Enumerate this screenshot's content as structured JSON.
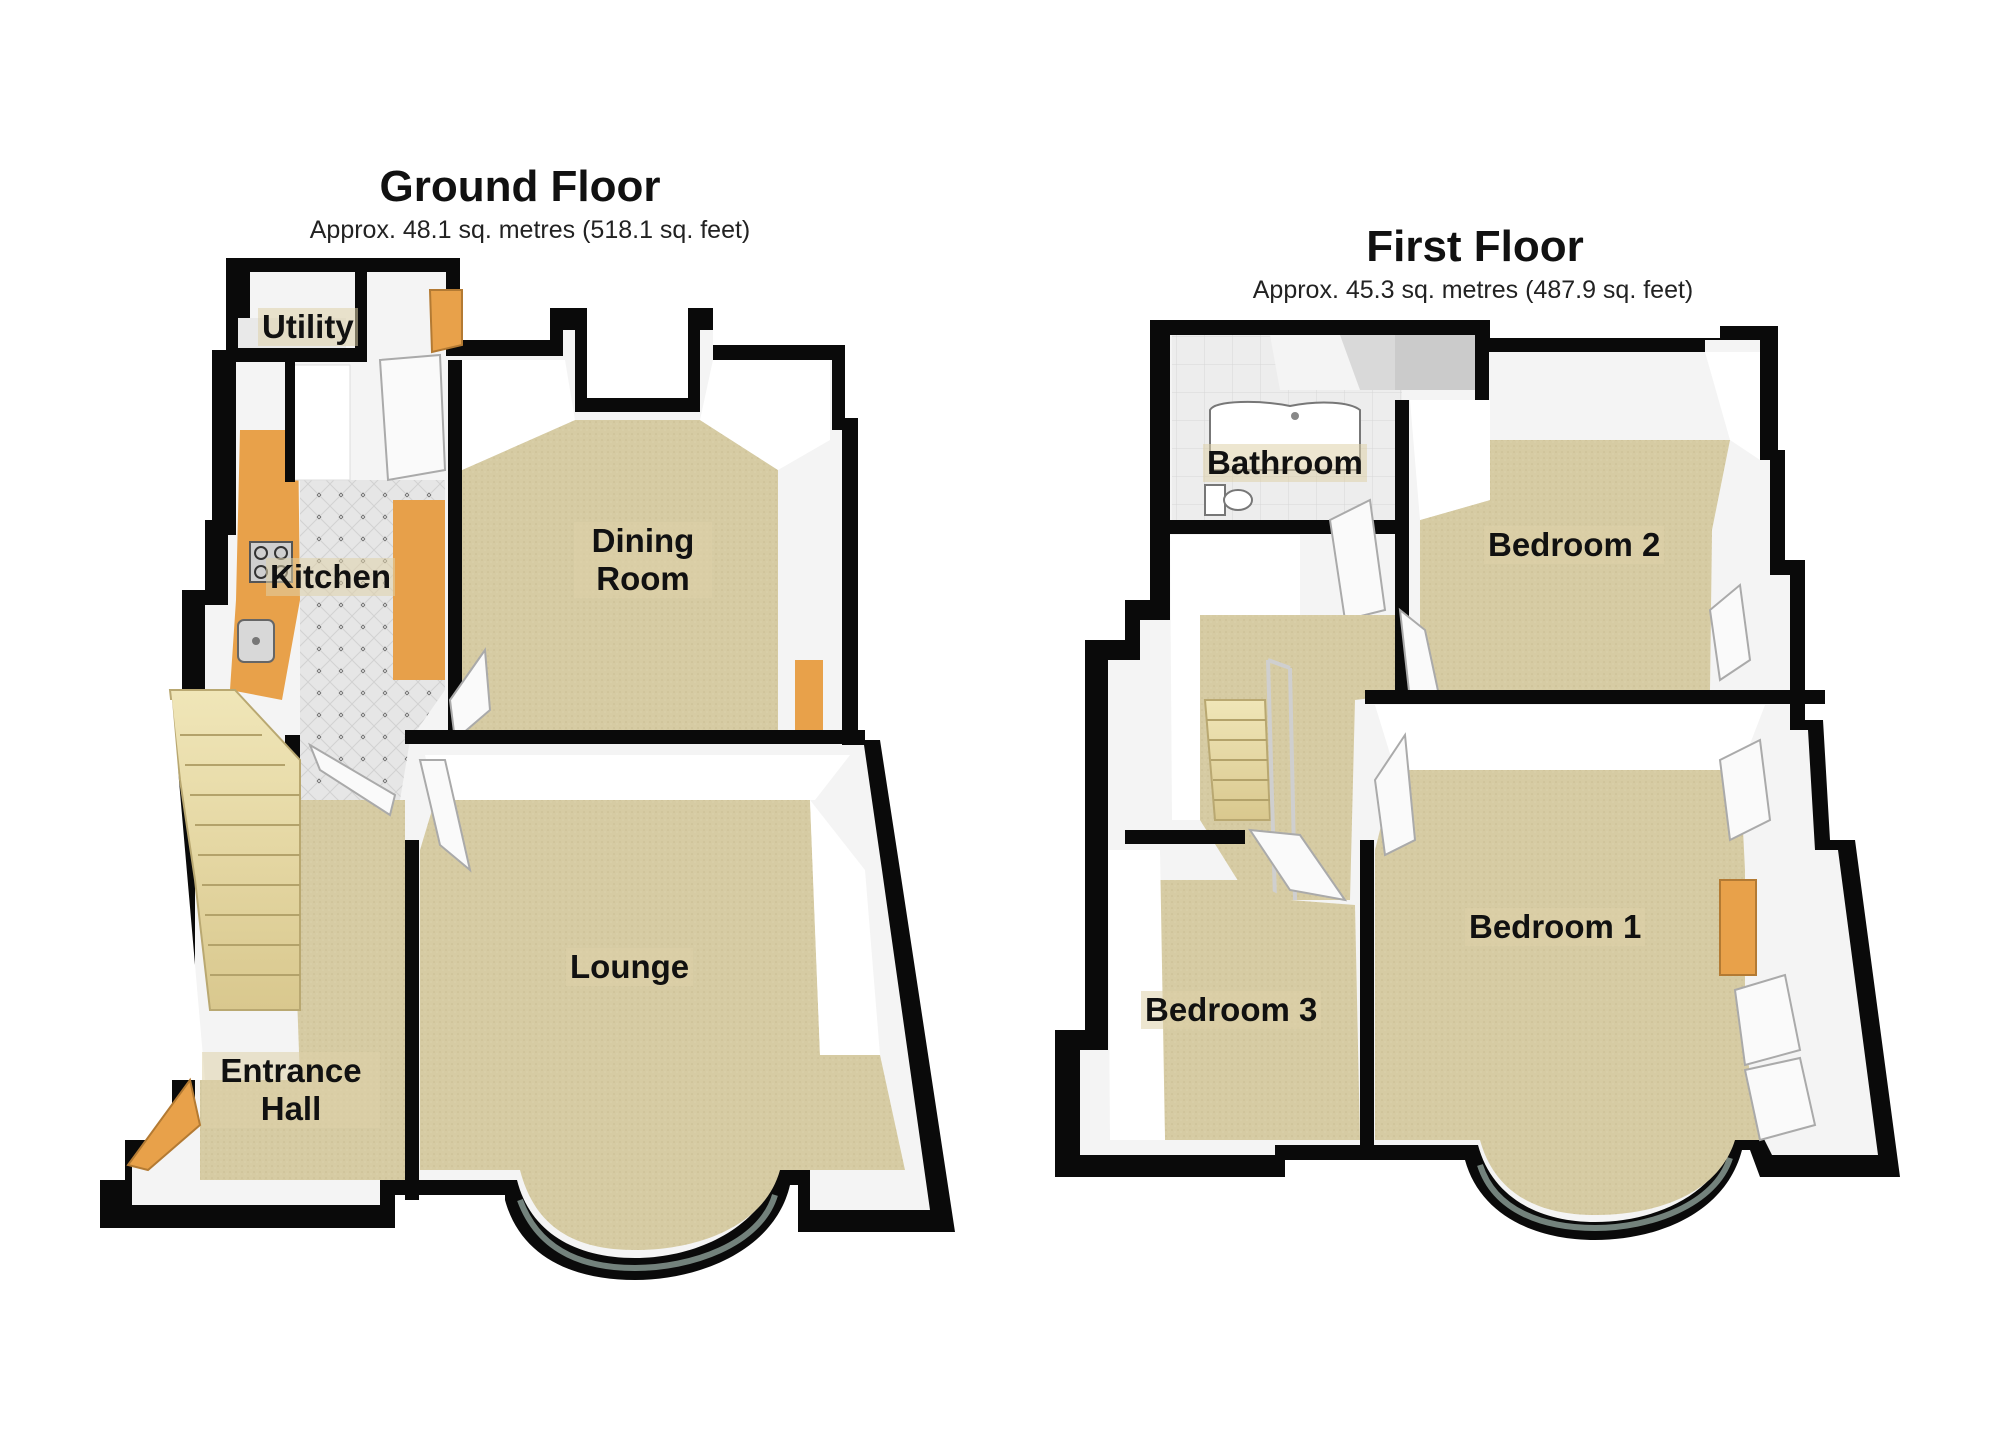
{
  "ground_floor": {
    "title": "Ground Floor",
    "area": "Approx. 48.1 sq. metres (518.1 sq. feet)",
    "rooms": {
      "utility": "Utility",
      "kitchen": "Kitchen",
      "dining_line1": "Dining",
      "dining_line2": "Room",
      "lounge": "Lounge",
      "hall_line1": "Entrance",
      "hall_line2": "Hall"
    }
  },
  "first_floor": {
    "title": "First Floor",
    "area": "Approx. 45.3 sq. metres (487.9 sq. feet)",
    "rooms": {
      "bathroom": "Bathroom",
      "bedroom2": "Bedroom 2",
      "bedroom1": "Bedroom 1",
      "bedroom3": "Bedroom 3"
    }
  },
  "colors": {
    "wall": "#0a0a0a",
    "carpet": "#d6cba3",
    "tile": "#e4e4e4",
    "worktop": "#e8a14a",
    "inner_wall": "#f4f4f4",
    "background": "#ffffff"
  }
}
